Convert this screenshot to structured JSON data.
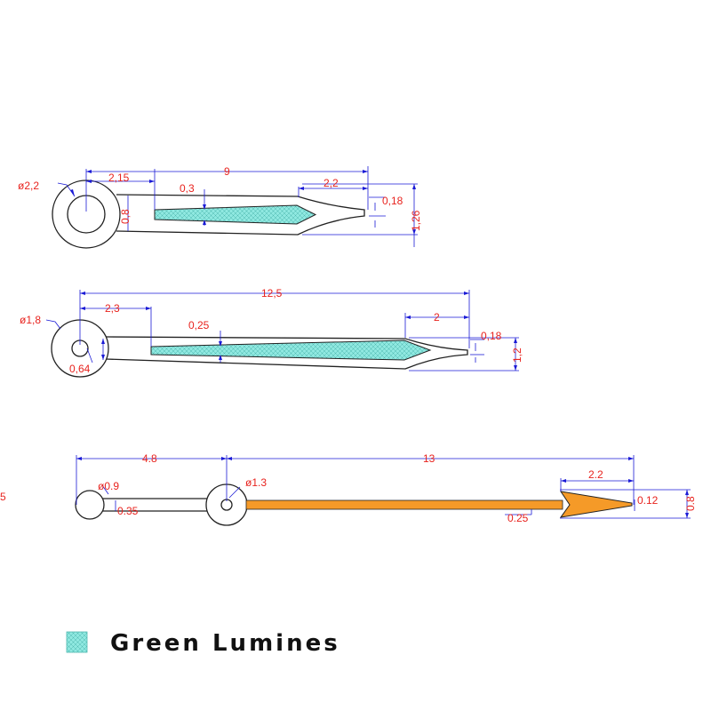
{
  "colors": {
    "outline": "#222222",
    "dimension_line": "#1a1ad6",
    "dimension_text": "#e8231e",
    "lume": "#8fe8e0",
    "orange": "#f59a28"
  },
  "hand_hour": {
    "hole_diameter": "ø2,2",
    "overall_length": "9",
    "lume_start": "2,15",
    "lume_width": "0,3",
    "tip_length": "2,2",
    "tip_width": "0,18",
    "neck_width": "0,8",
    "max_width": "1,26"
  },
  "hand_minute": {
    "hole_diameter": "ø1,8",
    "overall_length": "12,5",
    "lume_start": "2,3",
    "lume_width": "0,25",
    "tip_length": "2",
    "tip_width": "0,18",
    "neck_width": "0,64",
    "max_width": "1,2"
  },
  "hand_second": {
    "left_mark": "5",
    "tail_length": "4.8",
    "tail_diameter": "ø0.9",
    "tail_width": "0.35",
    "overall_length": "13",
    "hole_diameter": "ø1.3",
    "shaft_width": "0.25",
    "tip_length": "2.2",
    "tip_width": "0.12",
    "arrow_width": "0.8"
  },
  "legend": {
    "label": "Green Lumines"
  }
}
